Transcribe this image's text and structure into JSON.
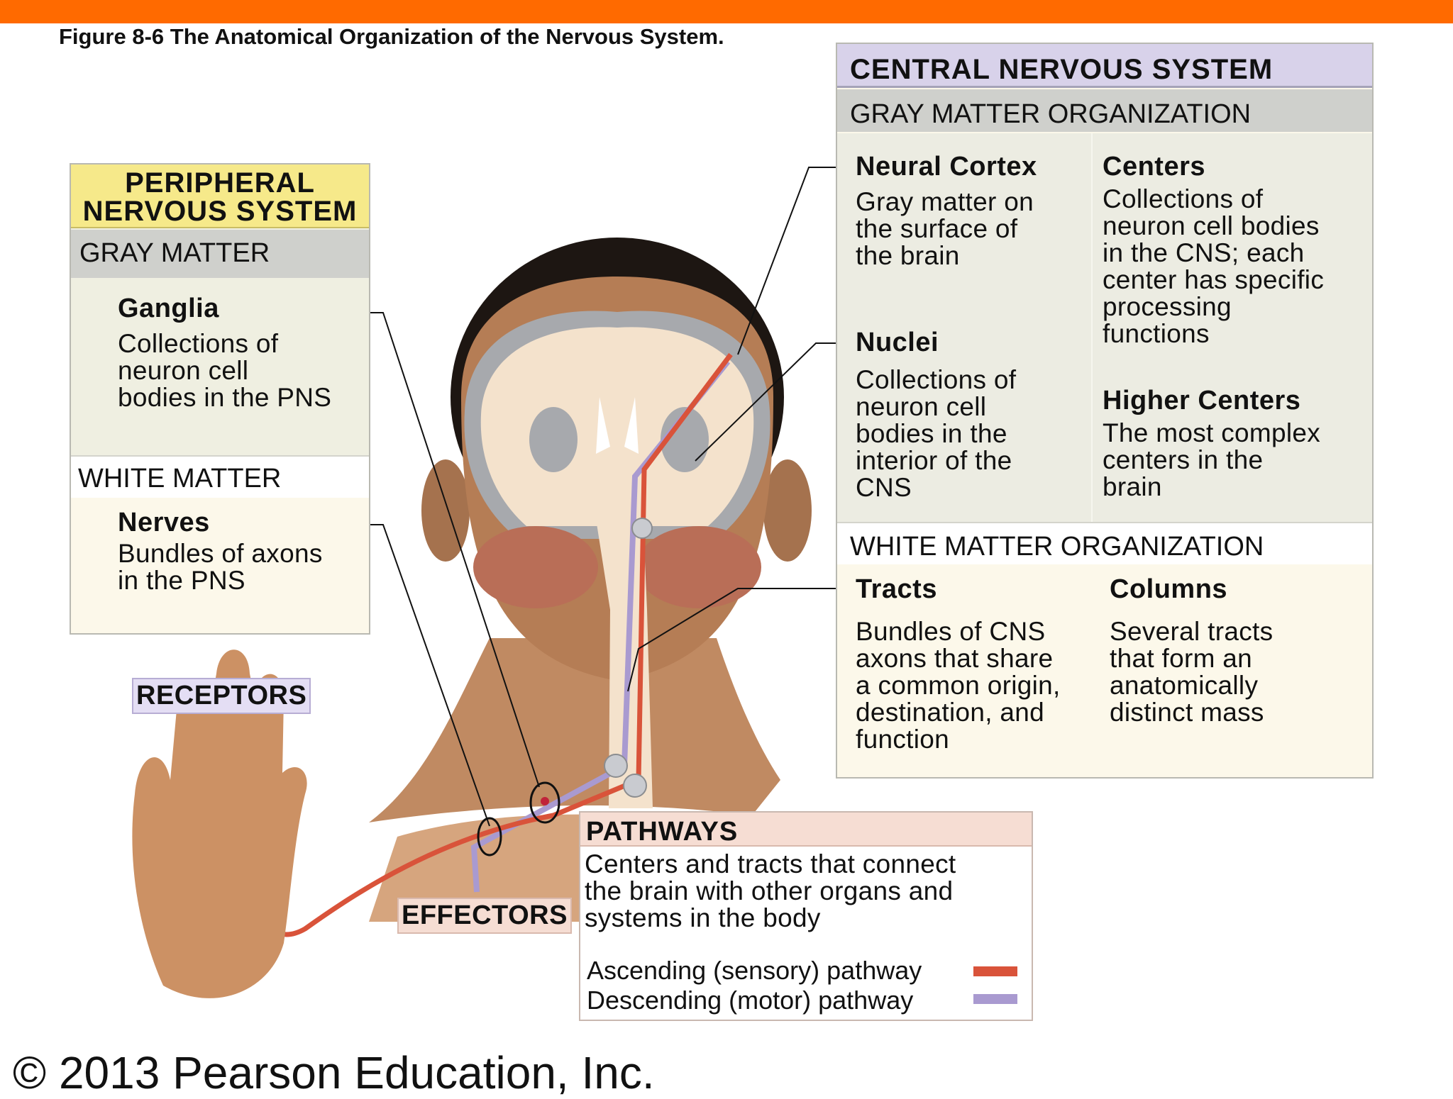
{
  "figure_title": "Figure 8-6  The Anatomical Organization of the Nervous System.",
  "pns": {
    "title": "PERIPHERAL\nNERVOUS SYSTEM",
    "gray_matter": {
      "heading": "GRAY MATTER",
      "term": "Ganglia",
      "desc": "Collections of\nneuron cell\nbodies in the PNS"
    },
    "white_matter": {
      "heading": "WHITE MATTER",
      "term": "Nerves",
      "desc": "Bundles of axons\nin the PNS"
    }
  },
  "cns": {
    "title": "CENTRAL NERVOUS SYSTEM",
    "gray_matter": {
      "heading": "GRAY MATTER ORGANIZATION",
      "neural_cortex": {
        "term": "Neural Cortex",
        "desc": "Gray matter on\nthe surface of\nthe brain"
      },
      "nuclei": {
        "term": "Nuclei",
        "desc": "Collections of\nneuron cell\nbodies in the\ninterior of the\nCNS"
      },
      "centers": {
        "term": "Centers",
        "desc": "Collections of\nneuron cell bodies\nin the CNS; each\ncenter has specific\nprocessing\nfunctions"
      },
      "higher_centers": {
        "term": "Higher Centers",
        "desc": "The most complex\ncenters in the\nbrain"
      }
    },
    "white_matter": {
      "heading": "WHITE MATTER ORGANIZATION",
      "tracts": {
        "term": "Tracts",
        "desc": "Bundles of CNS\naxons that share\na common origin,\ndestination, and\nfunction"
      },
      "columns": {
        "term": "Columns",
        "desc": "Several tracts\nthat form an\nanatomically\ndistinct mass"
      }
    }
  },
  "pathways": {
    "heading": "PATHWAYS",
    "desc": "Centers and tracts that connect\nthe brain with other organs and\nsystems in the body",
    "legend": [
      {
        "label": "Ascending (sensory) pathway",
        "color": "#d9533a"
      },
      {
        "label": "Descending (motor) pathway",
        "color": "#a99ad0"
      }
    ]
  },
  "receptors_label": "RECEPTORS",
  "effectors_label": "EFFECTORS",
  "copyright": "© 2013 Pearson Education, Inc.",
  "colors": {
    "accent_bar": "#ff6a00",
    "pns_header": "#f6e98a",
    "cns_header": "#d8d2ea",
    "pathways_header": "#f6ddd3",
    "receptors_tag": "#e4def4",
    "effectors_tag": "#f6ddd3"
  }
}
